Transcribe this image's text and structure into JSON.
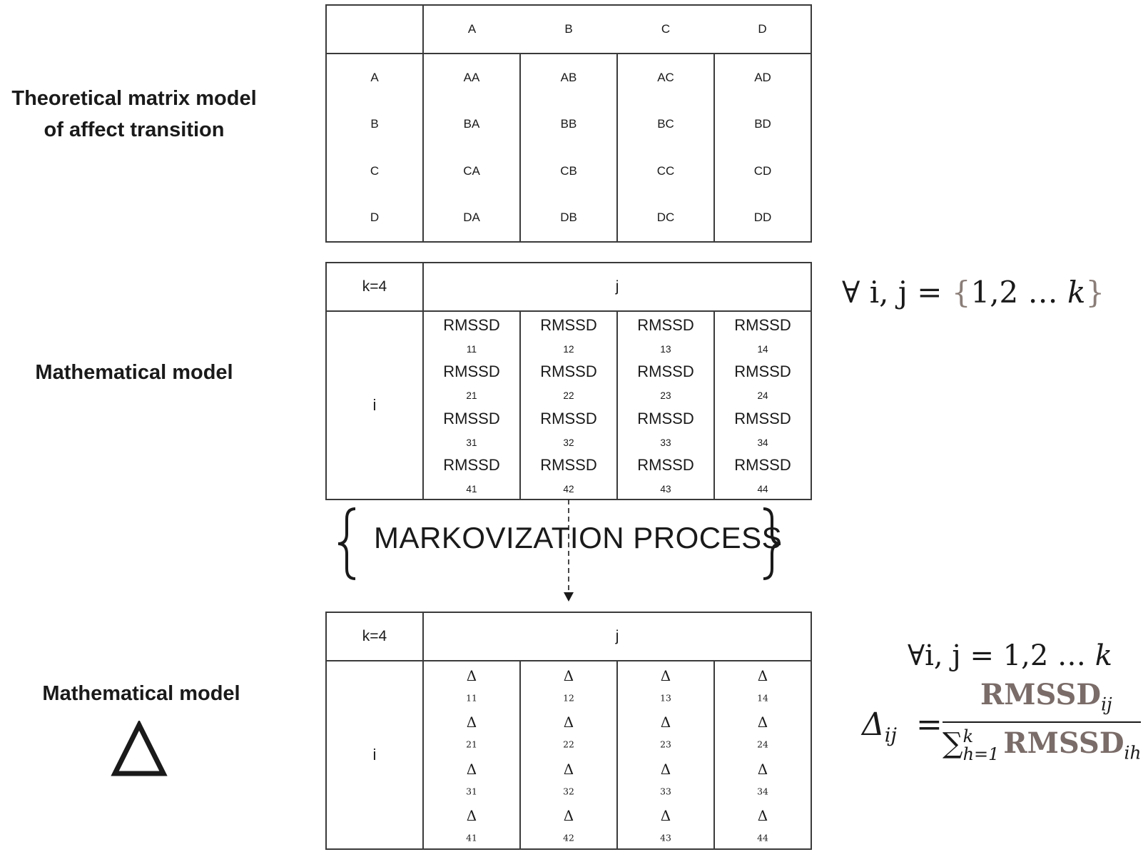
{
  "labels": {
    "theoretical_line1": "Theoretical matrix model",
    "theoretical_line2": "of affect transition",
    "math_model_1": "Mathematical model",
    "math_model_2": "Mathematical model"
  },
  "table1": {
    "headers": [
      "A",
      "B",
      "C",
      "D"
    ],
    "rows": [
      "A",
      "B",
      "C",
      "D"
    ],
    "cells": [
      [
        "AA",
        "BA",
        "CA",
        "DA"
      ],
      [
        "AB",
        "BB",
        "CB",
        "DB"
      ],
      [
        "AC",
        "BC",
        "CC",
        "DC"
      ],
      [
        "AD",
        "BD",
        "CD",
        "DD"
      ]
    ]
  },
  "table2": {
    "corner": "k=4",
    "col_header": "j",
    "row_header": "i",
    "cell_prefix": "RMSSD",
    "subscripts": [
      [
        "11",
        "21",
        "31",
        "41"
      ],
      [
        "12",
        "22",
        "32",
        "42"
      ],
      [
        "13",
        "23",
        "33",
        "43"
      ],
      [
        "14",
        "24",
        "34",
        "44"
      ]
    ]
  },
  "process_label": "MARKOVIZATION PROCESS",
  "table3": {
    "corner": "k=4",
    "col_header": "j",
    "row_header": "i",
    "cell_prefix": "Δ",
    "subscripts": [
      [
        "11",
        "21",
        "31",
        "41"
      ],
      [
        "12",
        "22",
        "32",
        "42"
      ],
      [
        "13",
        "23",
        "33",
        "43"
      ],
      [
        "14",
        "24",
        "34",
        "44"
      ]
    ]
  },
  "formula1": {
    "prefix": "∀ i, j = ",
    "open": "{",
    "body": "1,2 … ",
    "k": "k",
    "close": "}"
  },
  "formula2": {
    "line1": "∀i, j = 1,2 … ",
    "line1_k": "k",
    "lhs": "Δ",
    "lhs_sub": "ij",
    "eq": "=",
    "numerator": "RMSSD",
    "numerator_sub": "ij",
    "sum": "∑",
    "sum_sup": "k",
    "sum_sub": "h=1",
    "denominator": "RMSSD",
    "denominator_sub": "ih"
  },
  "colors": {
    "line": "#3a3a3a",
    "rmssd_formula": "#7a6c68",
    "brace_formula": "#8a7d78"
  }
}
